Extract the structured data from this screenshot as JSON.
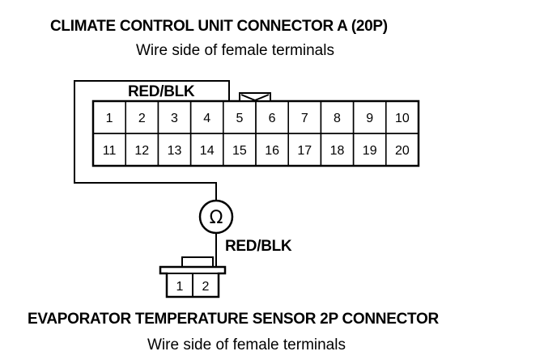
{
  "connector_a": {
    "title": "CLIMATE CONTROL UNIT CONNECTOR A (20P)",
    "subtitle": "Wire side of female terminals",
    "wire_label": "RED/BLK",
    "row1": [
      "1",
      "2",
      "3",
      "4",
      "5",
      "6",
      "7",
      "8",
      "9",
      "10"
    ],
    "row2": [
      "11",
      "12",
      "13",
      "14",
      "15",
      "16",
      "17",
      "18",
      "19",
      "20"
    ]
  },
  "meter": {
    "symbol": "Ω",
    "icon": "ohmmeter-icon"
  },
  "sensor": {
    "title": "EVAPORATOR TEMPERATURE SENSOR 2P CONNECTOR",
    "subtitle": "Wire side of female terminals",
    "wire_label": "RED/BLK",
    "pins": [
      "1",
      "2"
    ]
  },
  "colors": {
    "line": "#000000",
    "background": "#ffffff"
  }
}
